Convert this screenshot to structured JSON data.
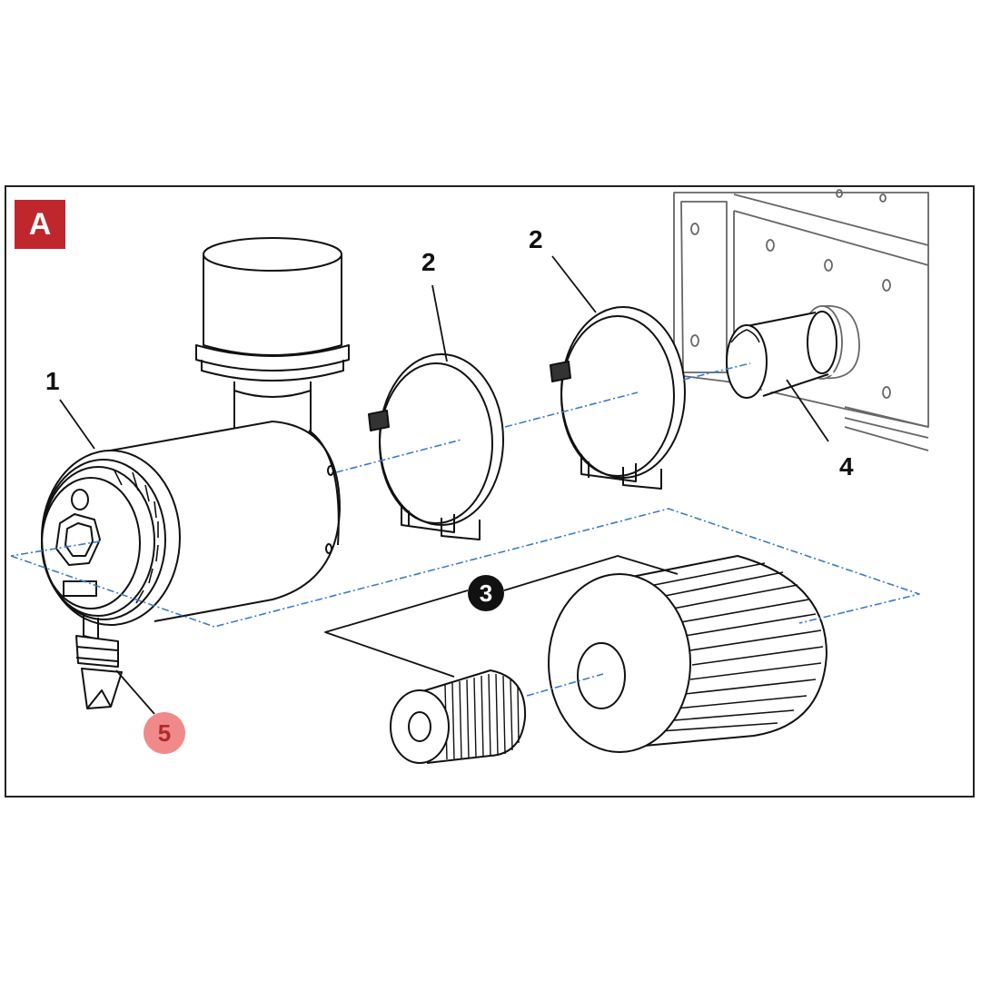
{
  "figure_badge": "A",
  "callouts": {
    "housing": "1",
    "clamp_left": "2",
    "clamp_right": "2",
    "filter_elements": "3",
    "intake_tube": "4",
    "drain_valve": "5"
  },
  "colors": {
    "badge": "#c0272d",
    "highlight_circle": "#f08a8a",
    "axis_line": "#3b7bc8",
    "line_art": "#111111"
  }
}
